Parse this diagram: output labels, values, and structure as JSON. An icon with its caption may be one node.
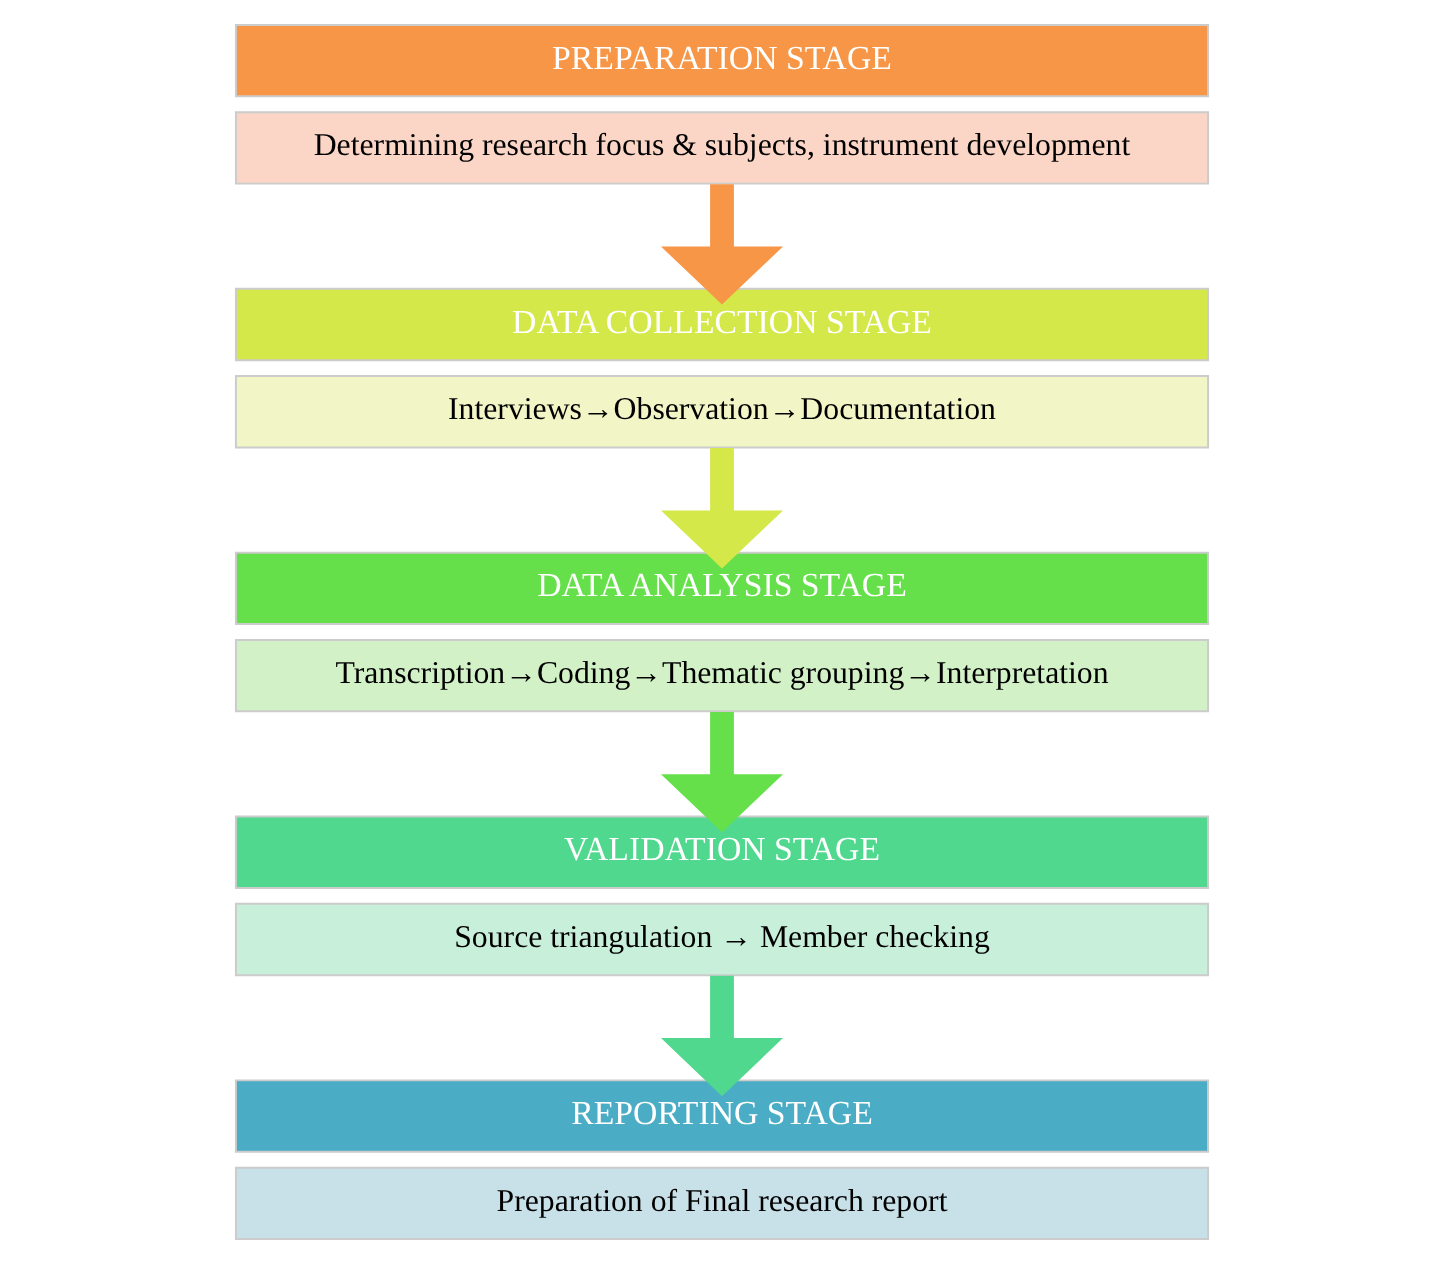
{
  "diagram": {
    "nodes": [
      {
        "text": [
          "PREPARATION STAGE"
        ]
      },
      {
        "text": [
          "Determining research focus & subjects, instrument development"
        ]
      },
      {
        "text": [
          "DATA COLLECTION STAGE"
        ]
      },
      {
        "text": [
          "Interviews→Observation→Documentation"
        ]
      },
      {
        "text": [
          "DATA ANALYSIS STAGE"
        ]
      },
      {
        "text": [
          "Transcription→Coding→Thematic grouping→Interpretation"
        ]
      },
      {
        "text": [
          "VALIDATION STAGE"
        ]
      },
      {
        "text": [
          "Source triangulation → Member checking"
        ]
      },
      {
        "text": [
          "REPORTING STAGE"
        ]
      },
      {
        "text": [
          "Preparation of Final research report"
        ]
      }
    ],
    "edges": [
      {
        "from": 1,
        "to": 2,
        "arrow": "to",
        "color": "#f79646"
      },
      {
        "from": 3,
        "to": 4,
        "arrow": "to",
        "color": "#d4e84a"
      },
      {
        "from": 5,
        "to": 6,
        "arrow": "to",
        "color": "#66e04a"
      },
      {
        "from": 7,
        "to": 8,
        "arrow": "to",
        "color": "#4fd88e"
      }
    ]
  }
}
